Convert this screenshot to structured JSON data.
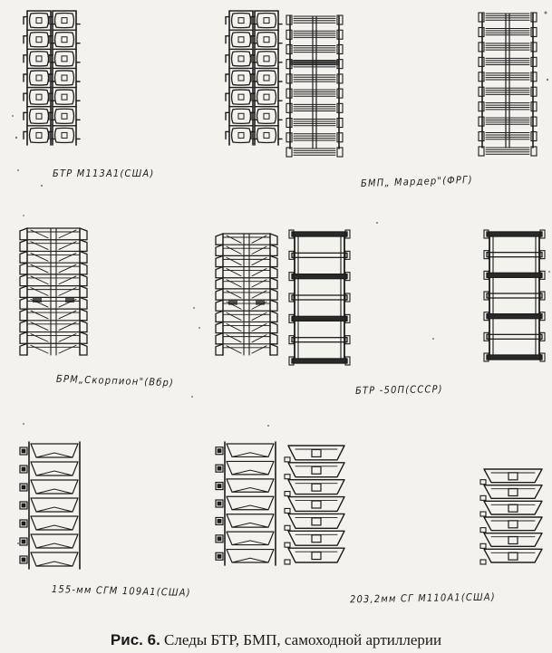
{
  "figure": {
    "label": "Рис. 6.",
    "title": "Следы БТР, БМП, самоходной артиллерии"
  },
  "captions": [
    "БТР М113А1(США)",
    "БМП„ Мардер\"(ФРГ)",
    "БРМ„Скорпион\"(Вбр)",
    "БТР -50П(СССР)",
    "155-мм СГМ 109А1(США)",
    "203,2мм СГ М110А1(США)"
  ],
  "colors": {
    "ink": "#1c1c1c",
    "paper": "#f4f2ec"
  },
  "track_styles": [
    "m113-segment-track",
    "marder-ladder-track",
    "scorpion-fishbone-track",
    "btr50-frame-track",
    "m109-chevron-track",
    "m110-trapezoid-track"
  ]
}
